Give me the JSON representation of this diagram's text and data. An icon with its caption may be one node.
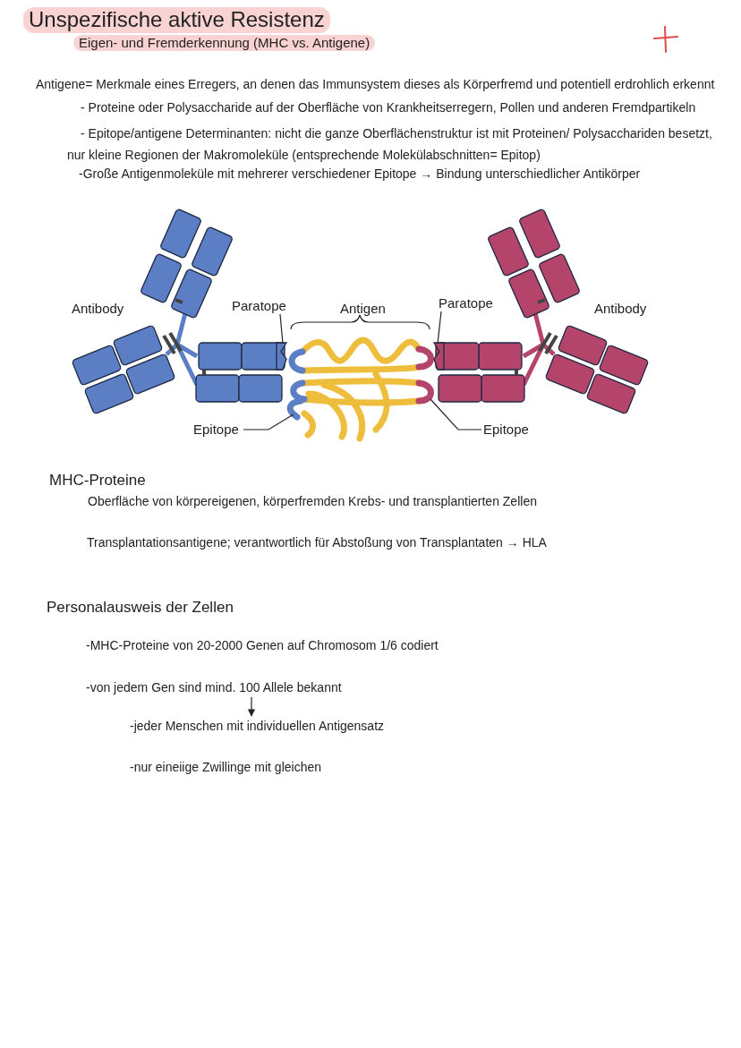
{
  "diagram": {
    "title": "Unspezifische aktive Resistenz",
    "nodes": [
      {
        "text": [
          "Paratope"
        ]
      },
      {
        "text": [],
        "shape": "box"
      },
      {
        "text": [
          "Paratope"
        ]
      },
      {
        "text": [],
        "shape": "box"
      },
      {
        "text": [
          "Epitope"
        ]
      },
      {
        "text": [],
        "shape": "picture"
      },
      {
        "text": [
          "Epitope"
        ]
      },
      {
        "text": [],
        "shape": "picture"
      },
      {
        "text": [
          "-von jedem Gen sind mind. 100 Allele bekannt"
        ]
      },
      {
        "text": [
          "-jeder Menschen mit individuellen Antigensatz"
        ]
      }
    ],
    "edges": [
      {
        "from": 0,
        "to": 1,
        "arrow": "none"
      },
      {
        "from": 2,
        "to": 3,
        "arrow": "none"
      },
      {
        "from": 4,
        "to": 5,
        "arrow": "none"
      },
      {
        "from": 6,
        "to": 7,
        "arrow": "none"
      },
      {
        "from": 8,
        "to": 9,
        "arrow": "to"
      }
    ],
    "labels": [
      "Eigen- und Fremderkennung (MHC vs. Antigene)",
      "Antigene= Merkmale eines Erregers, an denen das Immunsystem dieses als Körperfremd und potentiell erdrohlich erkennt",
      "- Proteine oder Polysaccharide auf der Oberfläche von Krankheitserregern, Pollen und anderen Fremdpartikeln",
      "- Epitope/antigene Determinanten: nicht die ganze Oberflächenstruktur ist mit Proteinen/ Polysacchariden besetzt, nur kleine Regionen der Makromoleküle (entsprechende Molekülabschnitten= Epitop)",
      "-Große Antigenmoleküle mit mehrerer verschiedener Epitope → Bindung unterschiedlicher Antikörper",
      "Antibody",
      "Antigen",
      "Antibody",
      "MHC-Proteine",
      "Oberfläche von körpereigenen, körperfremden Krebs- und transplantierten Zellen",
      "Transplantationsantigene; verantwortlich für Abstoßung von Transplantaten → HLA",
      "Personalausweis der Zellen",
      "-MHC-Proteine von 20-2000 Genen auf Chromosom 1/6 codiert",
      "-nur eineiige Zwillinge mit gleichen"
    ]
  }
}
